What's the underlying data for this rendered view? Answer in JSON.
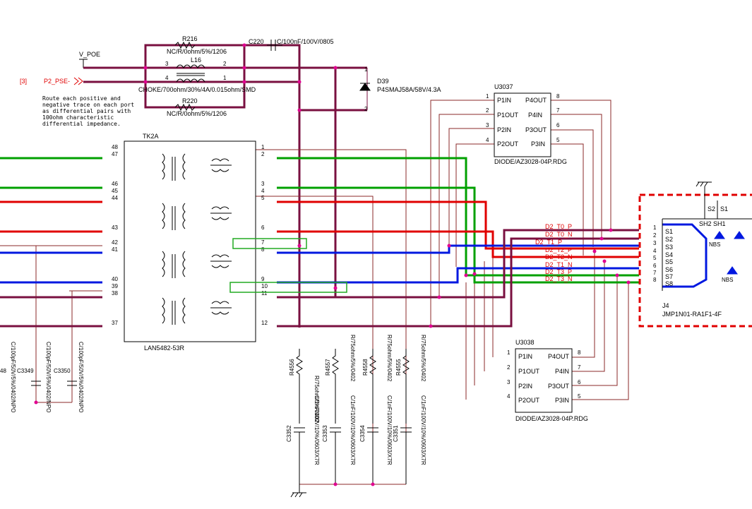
{
  "sheet_ref": "[3]",
  "nets": {
    "v_poe": "V_POE",
    "p2_pse": "P2_PSE-",
    "d2_labels": [
      "D2_T0_P",
      "D2_T0_N",
      "D2_T1_P",
      "D2_T2_P",
      "D2_T2_N",
      "D2_T1_N",
      "D2_T3_P",
      "D2_T3_N"
    ]
  },
  "note": [
    "Route each positive and",
    "negative trace on each port",
    "as differential pairs with",
    "100ohm  characteristic",
    "differential impedance."
  ],
  "parts": {
    "r216": {
      "ref": "R216",
      "value": "NC/R/0ohm/5%/1206"
    },
    "r220": {
      "ref": "R220",
      "value": "NC/R/0ohm/5%/1206"
    },
    "l16": {
      "ref": "L16",
      "value": "CHOKE/700ohm/30%/4A/0.015ohm/SMD",
      "pins": [
        "3",
        "2",
        "4",
        "1"
      ]
    },
    "c220": {
      "ref": "C220",
      "value": "C/100nF/100V/0805"
    },
    "d39": {
      "ref": "D39",
      "value": "P4SMAJ58A/58V/4.3A",
      "pins": [
        "1",
        "2"
      ]
    },
    "tk2a": {
      "ref": "TK2A",
      "value": "LAN5482-53R",
      "left_pins": [
        "48",
        "47",
        "46",
        "45",
        "44",
        "43",
        "42",
        "41",
        "40",
        "39",
        "38",
        "37"
      ],
      "right_pins": [
        "1",
        "2",
        "3",
        "4",
        "5",
        "6",
        "7",
        "8",
        "9",
        "10",
        "11",
        "12"
      ]
    },
    "u3037": {
      "ref": "U3037",
      "value": "DIODE/AZ3028-04P.RDG",
      "left": [
        "P1IN",
        "P1OUT",
        "P2IN",
        "P2OUT"
      ],
      "right": [
        "P4OUT",
        "P4IN",
        "P3OUT",
        "P3IN"
      ],
      "lpins": [
        "1",
        "2",
        "3",
        "4"
      ],
      "rpins": [
        "8",
        "7",
        "6",
        "5"
      ]
    },
    "u3038": {
      "ref": "U3038",
      "value": "DIODE/AZ3028-04P.RDG",
      "left": [
        "P1IN",
        "P1OUT",
        "P2IN",
        "P2OUT"
      ],
      "right": [
        "P4OUT",
        "P4IN",
        "P3OUT",
        "P3IN"
      ],
      "lpins": [
        "1",
        "2",
        "3",
        "4"
      ],
      "rpins": [
        "8",
        "7",
        "6",
        "5"
      ]
    },
    "j4": {
      "ref": "J4",
      "value": "JMP1N01-RA1F1-4F",
      "pins": [
        "S1",
        "S2",
        "S3",
        "S4",
        "S5",
        "S6",
        "S7",
        "S8"
      ],
      "pin_nums": [
        "1",
        "2",
        "3",
        "4",
        "5",
        "6",
        "7",
        "8"
      ],
      "extra": [
        "S2",
        "S1",
        "SH2",
        "SH1",
        "NBS",
        "NBS"
      ]
    },
    "resistors": [
      {
        "ref": "R4556",
        "value": "R/75ohm/5%/0402"
      },
      {
        "ref": "R4557",
        "value": "R/75ohm/5%/0402"
      },
      {
        "ref": "R4558",
        "value": "R/75ohm/5%/0402"
      },
      {
        "ref": "R4555",
        "value": "R/75ohm/5%/0402"
      }
    ],
    "caps_bottom": [
      {
        "ref": "C3352",
        "value": "C/1nF/100V/10%/0603/X7R"
      },
      {
        "ref": "C3353",
        "value": "C/1nF/100V/10%/0603/X7R"
      },
      {
        "ref": "C3354",
        "value": "C/1nF/100V/10%/0603/X7R"
      },
      {
        "ref": "C3351",
        "value": "C/1nF/100V/10%/0603/X7R"
      }
    ],
    "caps_left": [
      {
        "ref": "C3349",
        "value": "C/100pF/50V/5%/0402/NPO"
      },
      {
        "ref": "C3350",
        "value": "C/100pF/50V/5%/0402/NPO"
      },
      {
        "ref": "48",
        "value": "C/100pF/50V/5%/0402/NPO"
      }
    ]
  },
  "colors": {
    "maroon": "#7a1040",
    "green": "#00a000",
    "red": "#e00000",
    "blue": "#0018e0",
    "thin": "#8b2a2a",
    "box": "#000000",
    "highlight": "#22aa22",
    "dash": "#e00000"
  }
}
